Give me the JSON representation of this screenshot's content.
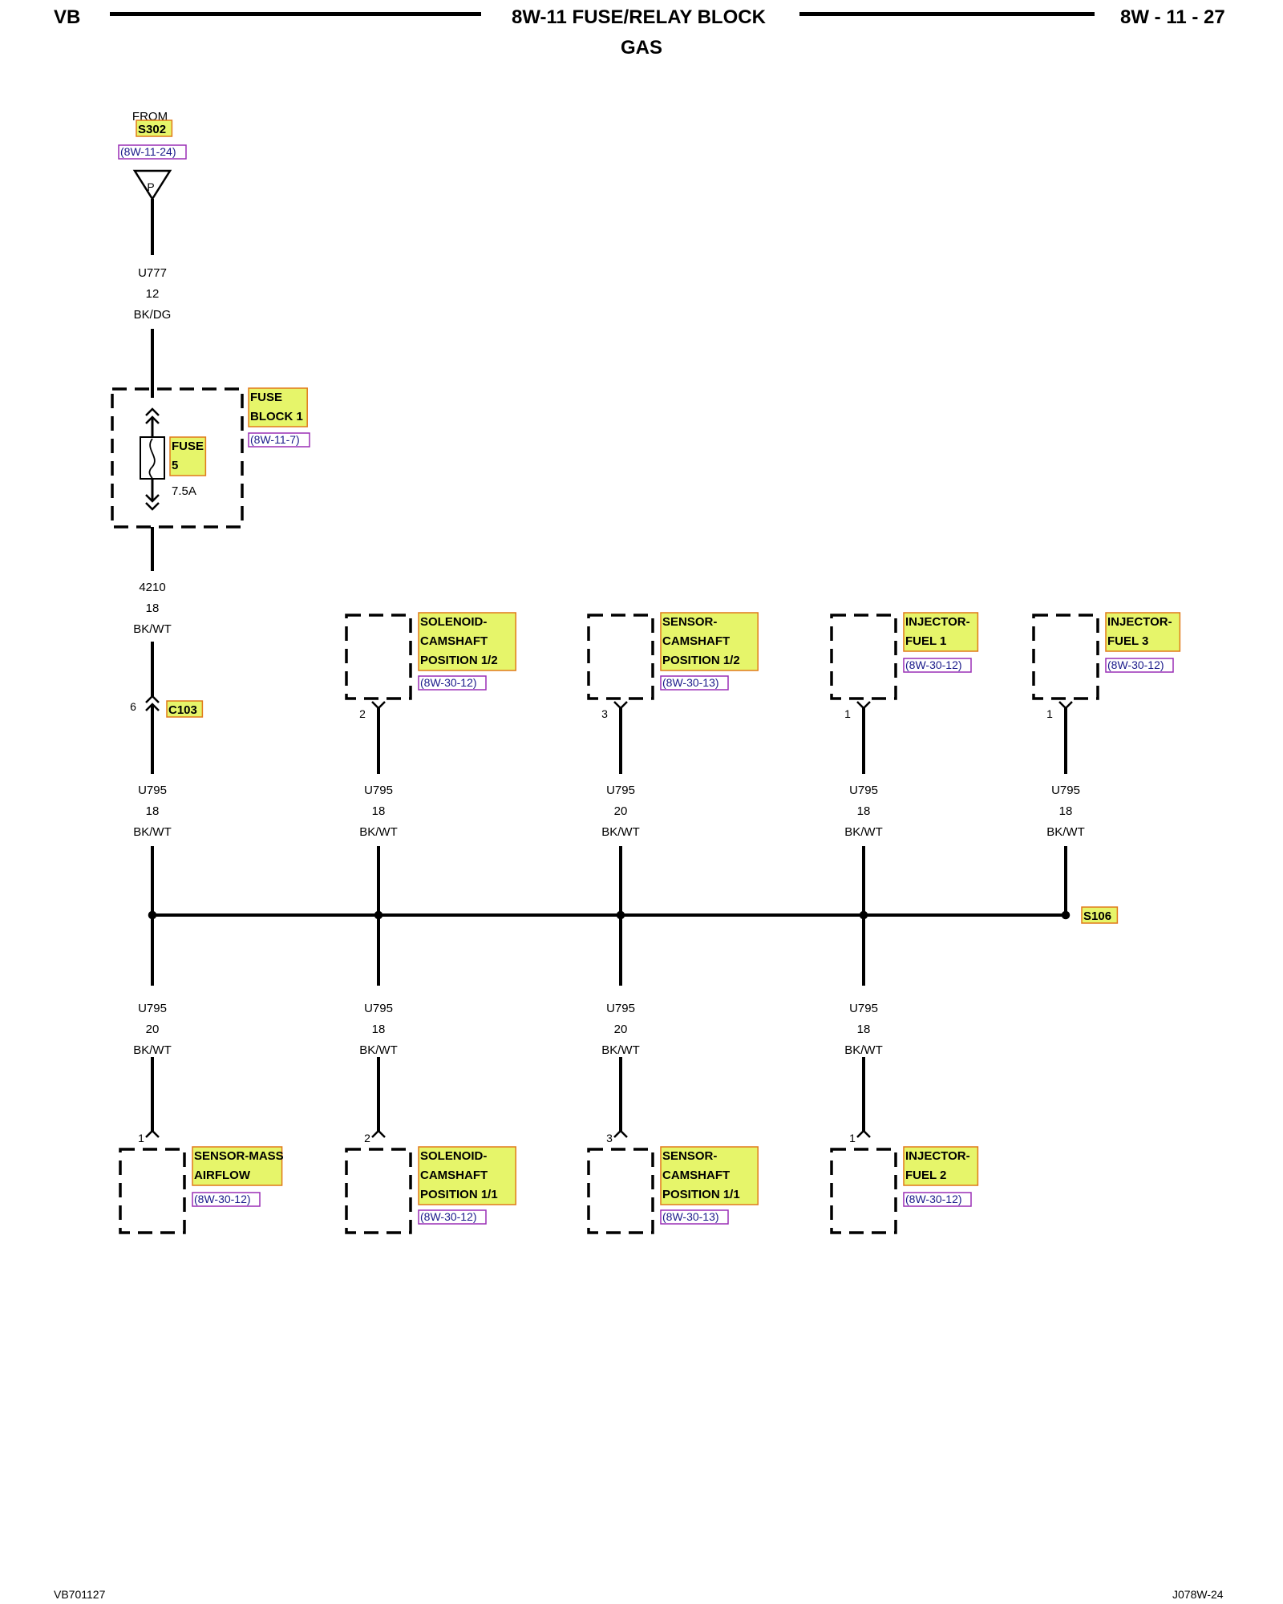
{
  "header": {
    "left": "VB",
    "title": "8W-11 FUSE/RELAY BLOCK",
    "subtitle": "GAS",
    "page": "8W - 11 - 27"
  },
  "footer": {
    "left": "VB701127",
    "right": "J078W-24"
  },
  "source": {
    "from_label": "FROM",
    "splice": "S302",
    "ref": "(8W-11-24)",
    "symbol": "P"
  },
  "feed_wire": {
    "circuit": "U777",
    "gauge": "12",
    "color": "BK/DG"
  },
  "fuse_block": {
    "name": [
      "FUSE",
      "BLOCK 1"
    ],
    "ref": "(8W-11-7)",
    "fuse_label": [
      "FUSE",
      "5"
    ],
    "rating": "7.5A"
  },
  "out_wire": {
    "circuit": "4210",
    "gauge": "18",
    "color": "BK/WT"
  },
  "connector": {
    "pin": "6",
    "name": "C103"
  },
  "splice": {
    "name": "S106"
  },
  "top_components": [
    {
      "name": [
        "SOLENOID-",
        "CAMSHAFT",
        "POSITION 1/2"
      ],
      "ref": "(8W-30-12)",
      "pin": "2"
    },
    {
      "name": [
        "SENSOR-",
        "CAMSHAFT",
        "POSITION 1/2"
      ],
      "ref": "(8W-30-13)",
      "pin": "3"
    },
    {
      "name": [
        "INJECTOR-",
        "FUEL 1"
      ],
      "ref": "(8W-30-12)",
      "pin": "1"
    },
    {
      "name": [
        "INJECTOR-",
        "FUEL 3"
      ],
      "ref": "(8W-30-12)",
      "pin": "1"
    }
  ],
  "upper_wires": [
    {
      "circuit": "U795",
      "gauge": "18",
      "color": "BK/WT"
    },
    {
      "circuit": "U795",
      "gauge": "18",
      "color": "BK/WT"
    },
    {
      "circuit": "U795",
      "gauge": "20",
      "color": "BK/WT"
    },
    {
      "circuit": "U795",
      "gauge": "18",
      "color": "BK/WT"
    },
    {
      "circuit": "U795",
      "gauge": "18",
      "color": "BK/WT"
    }
  ],
  "lower_wires": [
    {
      "circuit": "U795",
      "gauge": "20",
      "color": "BK/WT"
    },
    {
      "circuit": "U795",
      "gauge": "18",
      "color": "BK/WT"
    },
    {
      "circuit": "U795",
      "gauge": "20",
      "color": "BK/WT"
    },
    {
      "circuit": "U795",
      "gauge": "18",
      "color": "BK/WT"
    }
  ],
  "bottom_components": [
    {
      "name": [
        "SENSOR-MASS",
        "AIRFLOW"
      ],
      "ref": "(8W-30-12)",
      "pin": "1"
    },
    {
      "name": [
        "SOLENOID-",
        "CAMSHAFT",
        "POSITION 1/1"
      ],
      "ref": "(8W-30-12)",
      "pin": "2"
    },
    {
      "name": [
        "SENSOR-",
        "CAMSHAFT",
        "POSITION 1/1"
      ],
      "ref": "(8W-30-13)",
      "pin": "3"
    },
    {
      "name": [
        "INJECTOR-",
        "FUEL 2"
      ],
      "ref": "(8W-30-12)",
      "pin": "1"
    }
  ],
  "colors": {
    "highlight_fill": "#e6f56a",
    "highlight_border": "#e07a1a",
    "ref_border": "#9a2fb5",
    "ref_text": "#1a1a8a"
  }
}
